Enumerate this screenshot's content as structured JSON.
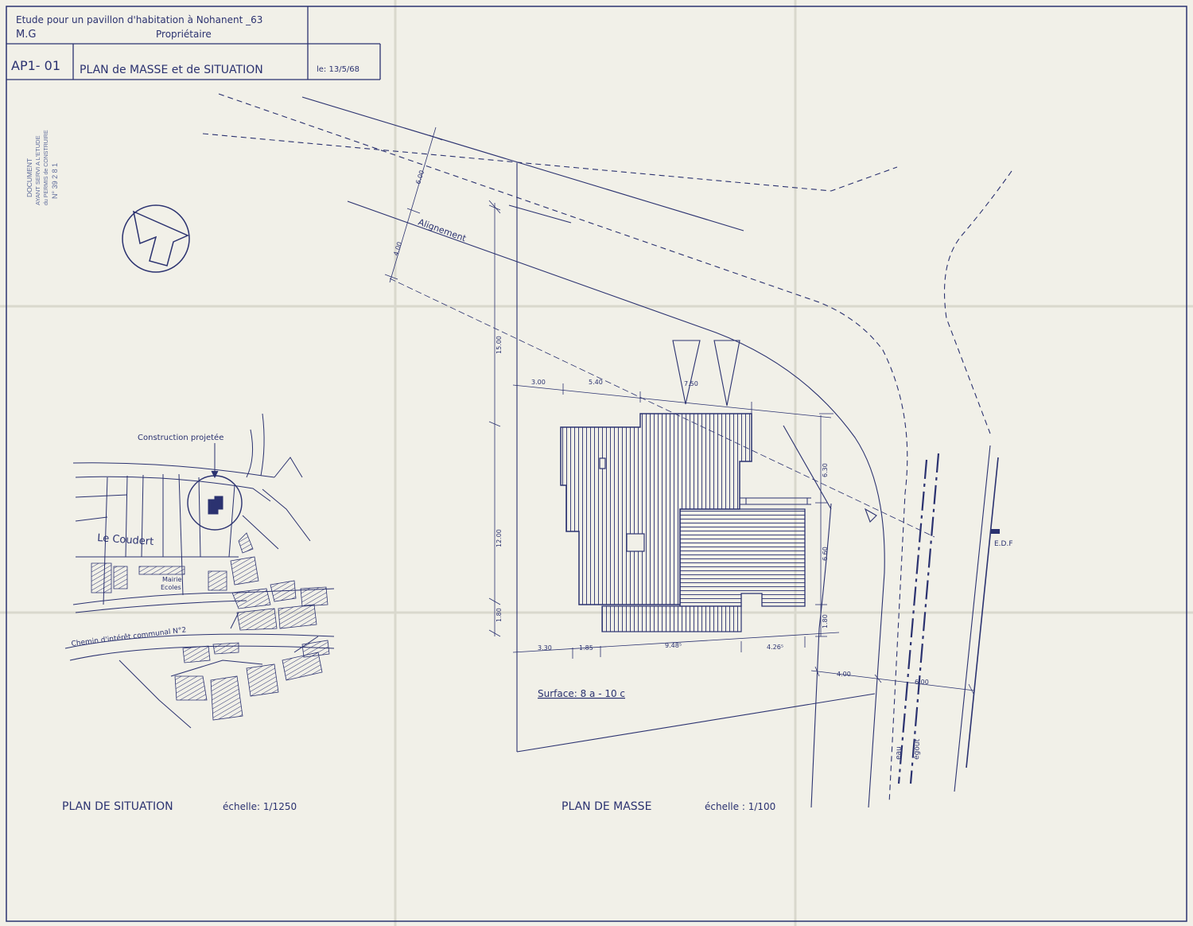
{
  "title_block": {
    "project": "Etude pour un pavillon d'habitation à Nohanent _63",
    "owner_initials": "M.G",
    "owner_label": "Propriétaire",
    "sheet_code": "AP1- 01",
    "sheet_title": "PLAN de MASSE et de SITUATION",
    "date": "le: 13/5/68"
  },
  "stamp": {
    "line1": "DOCUMENT",
    "line2": "AYANT SERVI A L'ETUDE",
    "line3": "du PERMIS de CONSTRUIRE",
    "line4": "N° 39 2 8 1"
  },
  "situation_plan": {
    "callout": "Construction projetée",
    "place_name": "Le Coudert",
    "building_label_1": "Mairie",
    "building_label_2": "Ecoles",
    "road_label": "Chemin d'intérêt communal   N°2",
    "caption": "PLAN DE SITUATION",
    "scale": "échelle: 1/1250"
  },
  "mass_plan": {
    "alignment_label": "Alignement",
    "dims": {
      "d600a": "6.00",
      "d400": "4.00",
      "d1500": "15.00",
      "d1200": "12.00",
      "d180a": "1.80",
      "d300": "3.00",
      "d540": "5.40",
      "d750": "7.50",
      "d630": "6.30",
      "d660": "6.60",
      "d180b": "1.80",
      "d330": "3.30",
      "d185": "1.85",
      "d948": "9.48⁵",
      "d426": "4.26⁵",
      "d400b": "4.00",
      "d600b": "6.00"
    },
    "edf": "E.D.F",
    "eau": "eau",
    "egout": "égout",
    "surface": "Surface: 8 a - 10 c",
    "caption": "PLAN  DE  MASSE",
    "scale": "échelle : 1/100"
  }
}
